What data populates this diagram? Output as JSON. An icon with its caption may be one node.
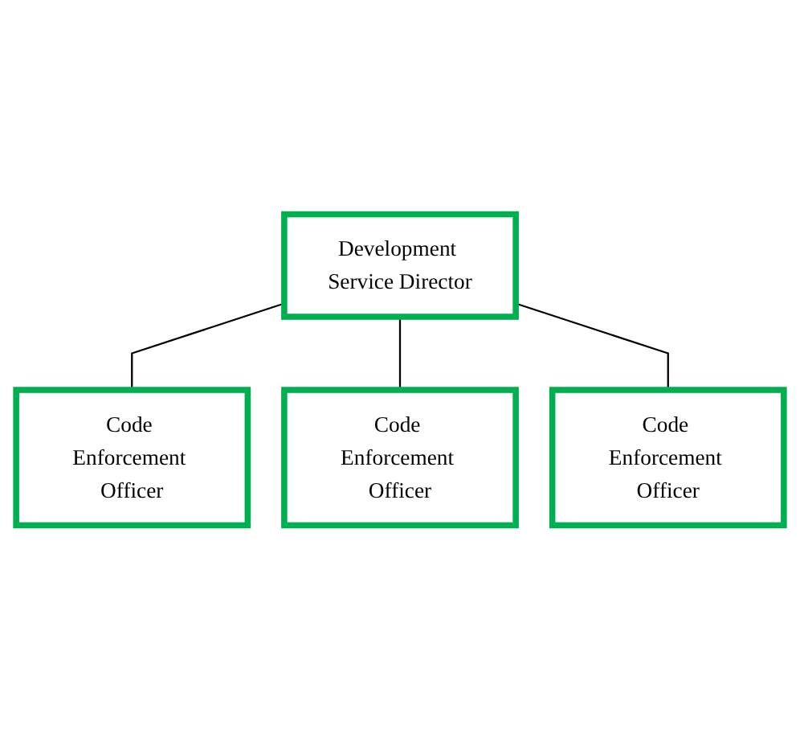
{
  "diagram": {
    "nodes": [
      {
        "text": [
          "Development Service Director"
        ]
      },
      {
        "text": [
          "Code Enforcement Officer"
        ]
      },
      {
        "text": [
          "Code Enforcement Officer"
        ]
      },
      {
        "text": [
          "Code Enforcement Officer"
        ]
      }
    ],
    "edges": [
      {
        "from": 0,
        "to": 1,
        "arrow": "none"
      },
      {
        "from": 0,
        "to": 2,
        "arrow": "none"
      },
      {
        "from": 0,
        "to": 3,
        "arrow": "none"
      }
    ]
  }
}
